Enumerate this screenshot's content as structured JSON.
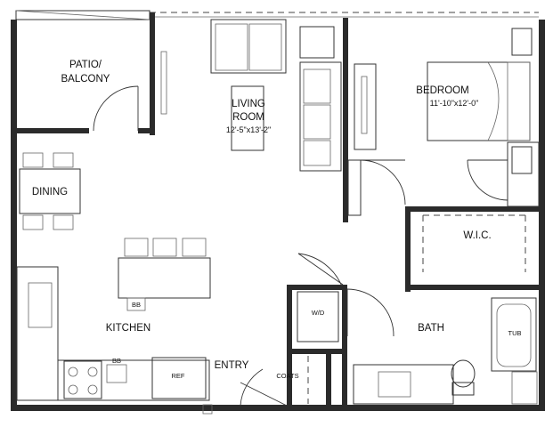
{
  "rooms": {
    "patio_line1": "PATIO/",
    "patio_line2": "BALCONY",
    "living_line1": "LIVING",
    "living_line2": "ROOM",
    "living_dims": "12'-5\"x13'-2\"",
    "bedroom": "BEDROOM",
    "bedroom_dims": "11'-10\"x12'-0\"",
    "dining": "DINING",
    "wic": "W.I.C.",
    "kitchen": "KITCHEN",
    "bath": "BATH",
    "entry": "ENTRY"
  },
  "fixtures": {
    "wd": "W/D",
    "coats": "COATS",
    "ref": "REF",
    "tub": "TUB",
    "bb_island": "BB",
    "bb_kitchen": "BB"
  }
}
